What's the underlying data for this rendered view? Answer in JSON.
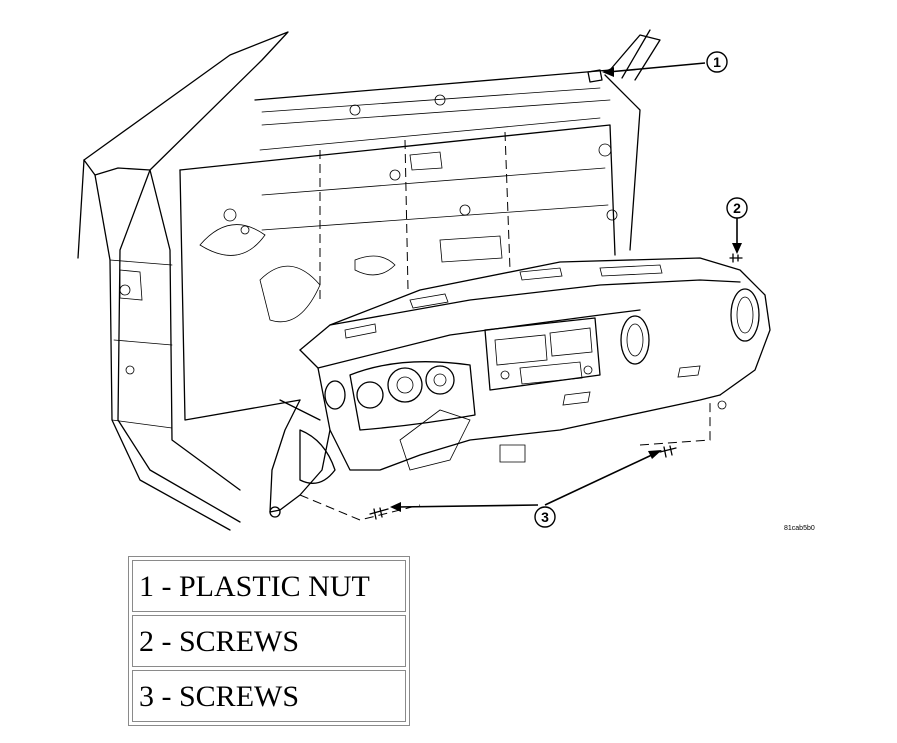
{
  "figure": {
    "figure_id": "81cab5b0",
    "callouts": [
      {
        "number": "1"
      },
      {
        "number": "2"
      },
      {
        "number": "3"
      }
    ]
  },
  "legend": [
    {
      "text": "1 - PLASTIC NUT"
    },
    {
      "text": "2 - SCREWS"
    },
    {
      "text": "3 - SCREWS"
    }
  ]
}
